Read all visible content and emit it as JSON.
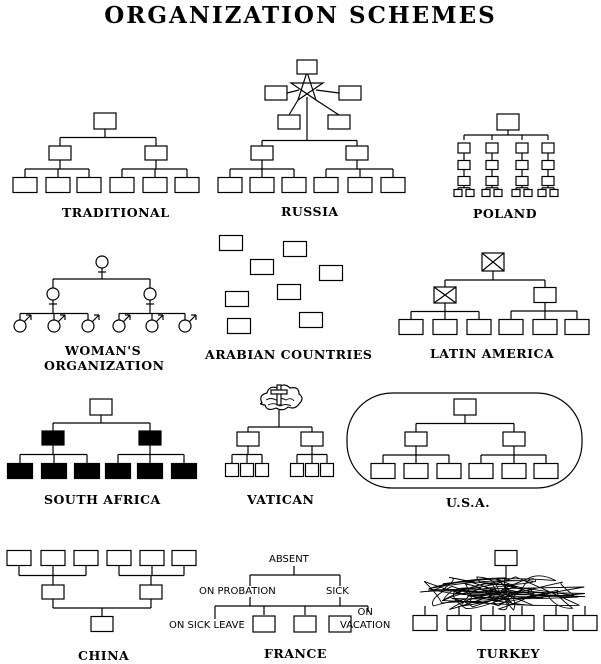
{
  "title": "ORGANIZATION SCHEMES",
  "schemes": {
    "traditional": "TRADITIONAL",
    "russia": "RUSSIA",
    "poland": "POLAND",
    "womans": "WOMAN'S\nORGANIZATION",
    "arabian": "ARABIAN COUNTRIES",
    "latin_america": "LATIN AMERICA",
    "south_africa": "SOUTH AFRICA",
    "vatican": "VATICAN",
    "usa": "U.S.A.",
    "china": "CHINA",
    "france": "FRANCE",
    "turkey": "TURKEY"
  },
  "france_labels": {
    "absent": "ABSENT",
    "on_probation": "ON PROBATION",
    "sick": "SICK",
    "on_sick_leave": "ON SICK LEAVE",
    "on_vacation": "ON\nVACATION"
  }
}
